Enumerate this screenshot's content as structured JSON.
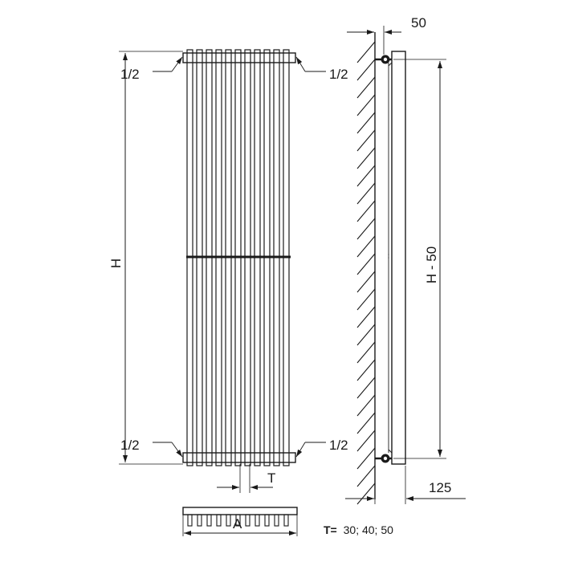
{
  "drawing": {
    "front_view": {
      "tube_count": 11,
      "connection_top_left": "1/2",
      "connection_top_right": "1/2",
      "connection_bottom_left": "1/2",
      "connection_bottom_right": "1/2",
      "height_label": "H",
      "pitch_label": "T"
    },
    "side_view": {
      "wall_offset_label": "50",
      "center_height_label": "H - 50",
      "depth_label": "125"
    },
    "plan_view": {
      "width_label": "A",
      "tube_count": 11
    },
    "note": {
      "key": "T=",
      "values": "30; 40; 50"
    }
  }
}
